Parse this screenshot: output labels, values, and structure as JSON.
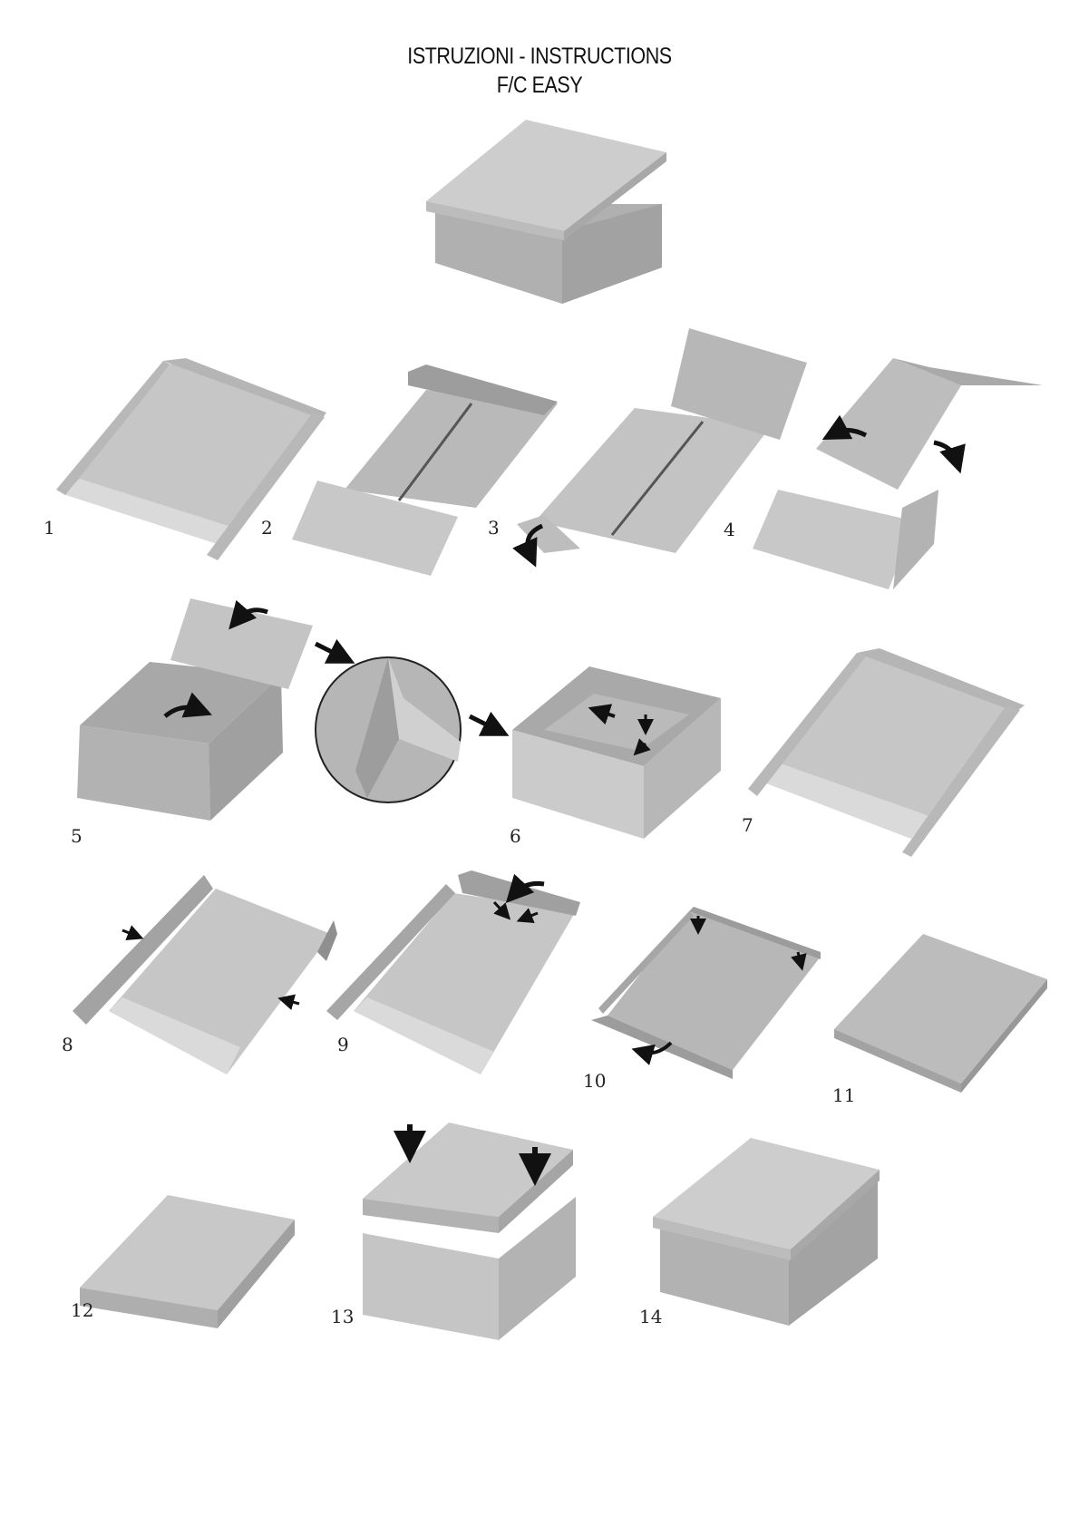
{
  "header": {
    "title_line1": "ISTRUZIONI - INSTRUCTIONS",
    "title_line2": "F/C EASY"
  },
  "steps": [
    {
      "number": "1"
    },
    {
      "number": "2"
    },
    {
      "number": "3"
    },
    {
      "number": "4"
    },
    {
      "number": "5"
    },
    {
      "number": "6"
    },
    {
      "number": "7"
    },
    {
      "number": "8"
    },
    {
      "number": "9"
    },
    {
      "number": "10"
    },
    {
      "number": "11"
    },
    {
      "number": "12"
    },
    {
      "number": "13"
    },
    {
      "number": "14"
    }
  ],
  "colors": {
    "board_top": "#c9c9c9",
    "board_side": "#a9a9a9",
    "board_dark": "#8e8e8e",
    "board_light": "#dcdcdc",
    "arrow": "#111111"
  }
}
